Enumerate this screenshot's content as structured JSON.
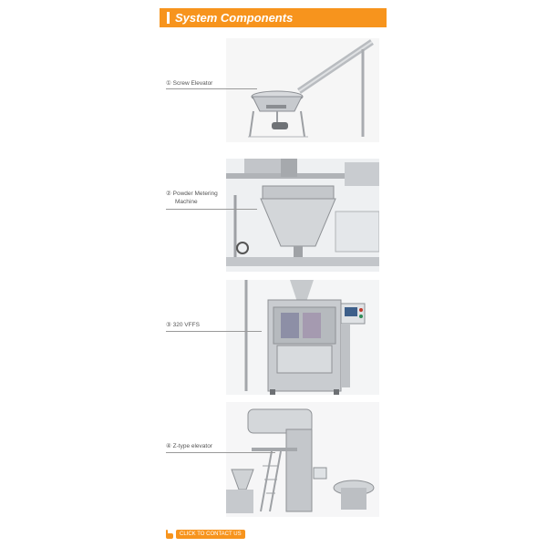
{
  "header": {
    "title": "System Components"
  },
  "components": [
    {
      "number": "①",
      "label": "Screw Elevator"
    },
    {
      "number": "②",
      "label_line1": "Powder Metering",
      "label_line2": "Machine"
    },
    {
      "number": "③",
      "label": "320 VFFS"
    },
    {
      "number": "④",
      "label": "Z-type elevator"
    }
  ],
  "contact": {
    "label": "CLICK TO CONTACT US",
    "icon": "pointing-hand-icon"
  },
  "colors": {
    "accent": "#f7941d",
    "machine_steel": "#c9ccd0"
  }
}
